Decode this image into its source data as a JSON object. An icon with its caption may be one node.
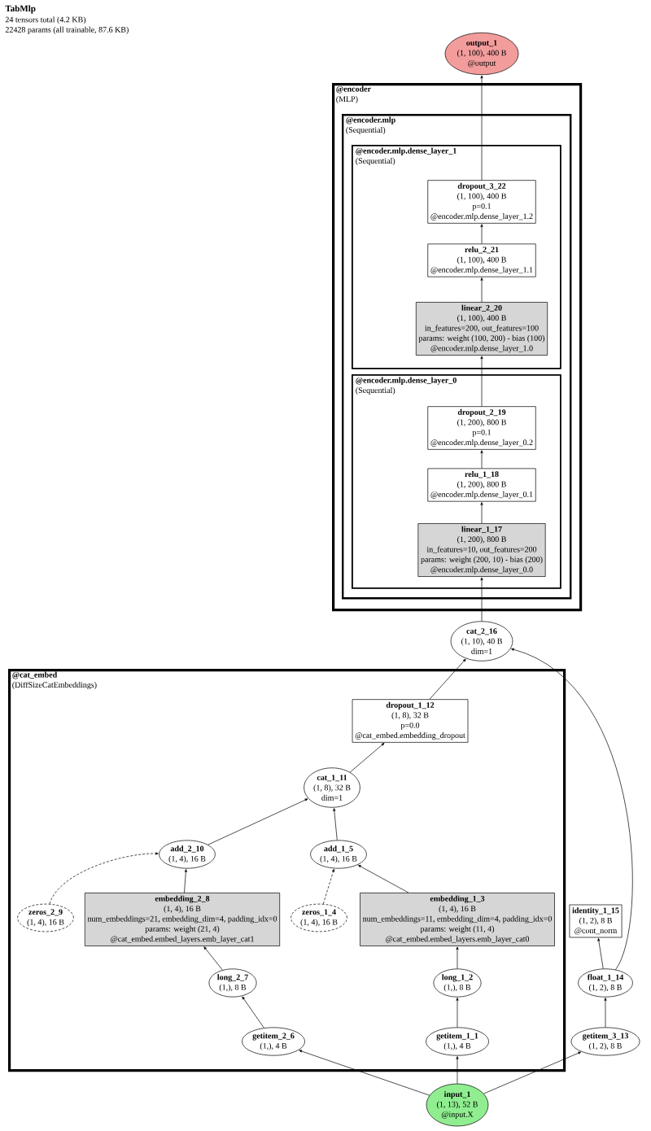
{
  "diagram": {
    "title": "TabMlp",
    "labels": [
      "24 tensors total (4.2 KB)",
      "22428 params (all trainable, 87.6 KB)"
    ],
    "nodes": [
      {
        "text": [
          "output_1",
          "(1, 100), 400 B",
          "@output"
        ]
      },
      {
        "text": [
          "@encoder",
          "(MLP)"
        ]
      },
      {
        "text": [
          "@encoder.mlp",
          "(Sequential)"
        ],
        "in": 1
      },
      {
        "text": [
          "@encoder.mlp.dense_layer_1",
          "(Sequential)"
        ],
        "in": 2
      },
      {
        "text": [
          "dropout_3_22",
          "(1, 100), 400 B",
          "p=0.1",
          "@encoder.mlp.dense_layer_1.2"
        ],
        "in": 3
      },
      {
        "text": [
          "relu_2_21",
          "(1, 100), 400 B",
          "@encoder.mlp.dense_layer_1.1"
        ],
        "in": 3
      },
      {
        "text": [
          "linear_2_20",
          "(1, 100), 400 B",
          "in_features=200, out_features=100",
          "params: weight (100, 200) - bias (100)",
          "@encoder.mlp.dense_layer_1.0"
        ],
        "in": 3
      },
      {
        "text": [
          "@encoder.mlp.dense_layer_0",
          "(Sequential)"
        ],
        "in": 2
      },
      {
        "text": [
          "dropout_2_19",
          "(1, 200), 800 B",
          "p=0.1",
          "@encoder.mlp.dense_layer_0.2"
        ],
        "in": 7
      },
      {
        "text": [
          "relu_1_18",
          "(1, 200), 800 B",
          "@encoder.mlp.dense_layer_0.1"
        ],
        "in": 7
      },
      {
        "text": [
          "linear_1_17",
          "(1, 200), 800 B",
          "in_features=10, out_features=200",
          "params: weight (200, 10) - bias (200)",
          "@encoder.mlp.dense_layer_0.0"
        ],
        "in": 7
      },
      {
        "text": [
          "cat_2_16",
          "(1, 10), 40 B",
          "dim=1"
        ]
      },
      {
        "text": [
          "@cat_embed",
          "(DiffSizeCatEmbeddings)"
        ]
      },
      {
        "text": [
          "dropout_1_12",
          "(1, 8), 32 B",
          "p=0.0",
          "@cat_embed.embedding_dropout"
        ],
        "in": 12
      },
      {
        "text": [
          "cat_1_11",
          "(1, 8), 32 B",
          "dim=1"
        ],
        "in": 12
      },
      {
        "text": [
          "add_2_10",
          "(1, 4), 16 B"
        ],
        "in": 12
      },
      {
        "text": [
          "add_1_5",
          "(1, 4), 16 B"
        ],
        "in": 12
      },
      {
        "text": [
          "zeros_2_9",
          "(1, 4), 16 B"
        ],
        "in": 12
      },
      {
        "text": [
          "embedding_2_8",
          "(1, 4), 16 B",
          "num_embeddings=21, embedding_dim=4, padding_idx=0",
          "params: weight (21, 4)",
          "@cat_embed.embed_layers.emb_layer_cat1"
        ],
        "in": 12
      },
      {
        "text": [
          "zeros_1_4",
          "(1, 4), 16 B"
        ],
        "in": 12
      },
      {
        "text": [
          "embedding_1_3",
          "(1, 4), 16 B",
          "num_embeddings=11, embedding_dim=4, padding_idx=0",
          "params: weight (11, 4)",
          "@cat_embed.embed_layers.emb_layer_cat0"
        ],
        "in": 12
      },
      {
        "text": [
          "identity_1_15",
          "(1, 2), 8 B",
          "@cont_norm"
        ]
      },
      {
        "text": [
          "long_2_7",
          "(1,), 8 B"
        ],
        "in": 12
      },
      {
        "text": [
          "long_1_2",
          "(1,), 8 B"
        ],
        "in": 12
      },
      {
        "text": [
          "float_1_14",
          "(1, 2), 8 B"
        ]
      },
      {
        "text": [
          "getitem_2_6",
          "(1,), 4 B"
        ],
        "in": 12
      },
      {
        "text": [
          "getitem_1_1",
          "(1,), 4 B"
        ],
        "in": 12
      },
      {
        "text": [
          "getitem_3_13",
          "(1, 2), 8 B"
        ]
      },
      {
        "text": [
          "input_1",
          "(1, 13), 52 B",
          "@input.X"
        ]
      }
    ],
    "edges": [
      {
        "from": 4,
        "to": 0,
        "arrow": "to"
      },
      {
        "from": 5,
        "to": 4,
        "arrow": "to"
      },
      {
        "from": 6,
        "to": 5,
        "arrow": "to"
      },
      {
        "from": 8,
        "to": 6,
        "arrow": "to"
      },
      {
        "from": 9,
        "to": 8,
        "arrow": "to"
      },
      {
        "from": 10,
        "to": 9,
        "arrow": "to"
      },
      {
        "from": 11,
        "to": 10,
        "arrow": "to"
      },
      {
        "from": 13,
        "to": 11,
        "arrow": "to"
      },
      {
        "from": 24,
        "to": 11,
        "arrow": "to"
      },
      {
        "from": 14,
        "to": 13,
        "arrow": "to"
      },
      {
        "from": 15,
        "to": 14,
        "arrow": "to"
      },
      {
        "from": 16,
        "to": 14,
        "arrow": "to"
      },
      {
        "from": 17,
        "to": 15,
        "arrow": "to",
        "style": "dashed"
      },
      {
        "from": 18,
        "to": 15,
        "arrow": "to"
      },
      {
        "from": 19,
        "to": 16,
        "arrow": "to",
        "style": "dashed"
      },
      {
        "from": 20,
        "to": 16,
        "arrow": "to"
      },
      {
        "from": 22,
        "to": 18,
        "arrow": "to"
      },
      {
        "from": 23,
        "to": 20,
        "arrow": "to"
      },
      {
        "from": 24,
        "to": 21,
        "arrow": "to"
      },
      {
        "from": 25,
        "to": 22,
        "arrow": "to"
      },
      {
        "from": 26,
        "to": 23,
        "arrow": "to"
      },
      {
        "from": 27,
        "to": 24,
        "arrow": "to"
      },
      {
        "from": 28,
        "to": 25,
        "arrow": "to"
      },
      {
        "from": 28,
        "to": 26,
        "arrow": "to"
      },
      {
        "from": 28,
        "to": 27,
        "arrow": "to"
      }
    ]
  }
}
